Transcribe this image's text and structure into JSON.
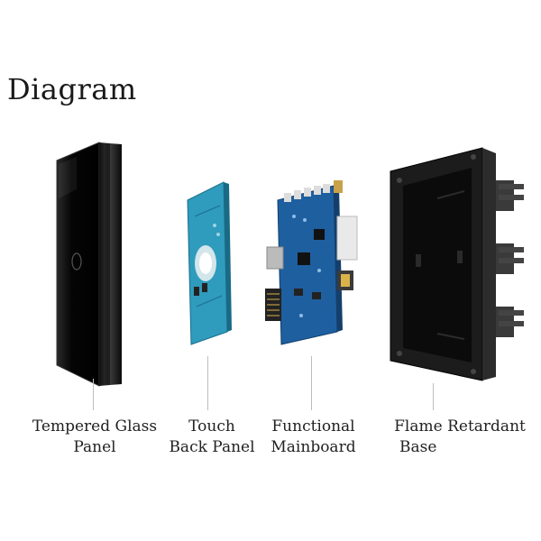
{
  "title": "Diagram",
  "components": [
    {
      "id": "glass",
      "line1": "Tempered Glass",
      "line2": "Panel"
    },
    {
      "id": "touch",
      "line1": "Touch",
      "line2": "Back Panel"
    },
    {
      "id": "board",
      "line1": "Functional",
      "line2": "Mainboard"
    },
    {
      "id": "base",
      "line1": "Flame Retardant",
      "line2": "Base"
    }
  ],
  "colors": {
    "glass": "#0d0d0d",
    "touch_panel": "#2a8fb0",
    "mainboard": "#1b5e9a",
    "base": "#1a1a1a"
  }
}
